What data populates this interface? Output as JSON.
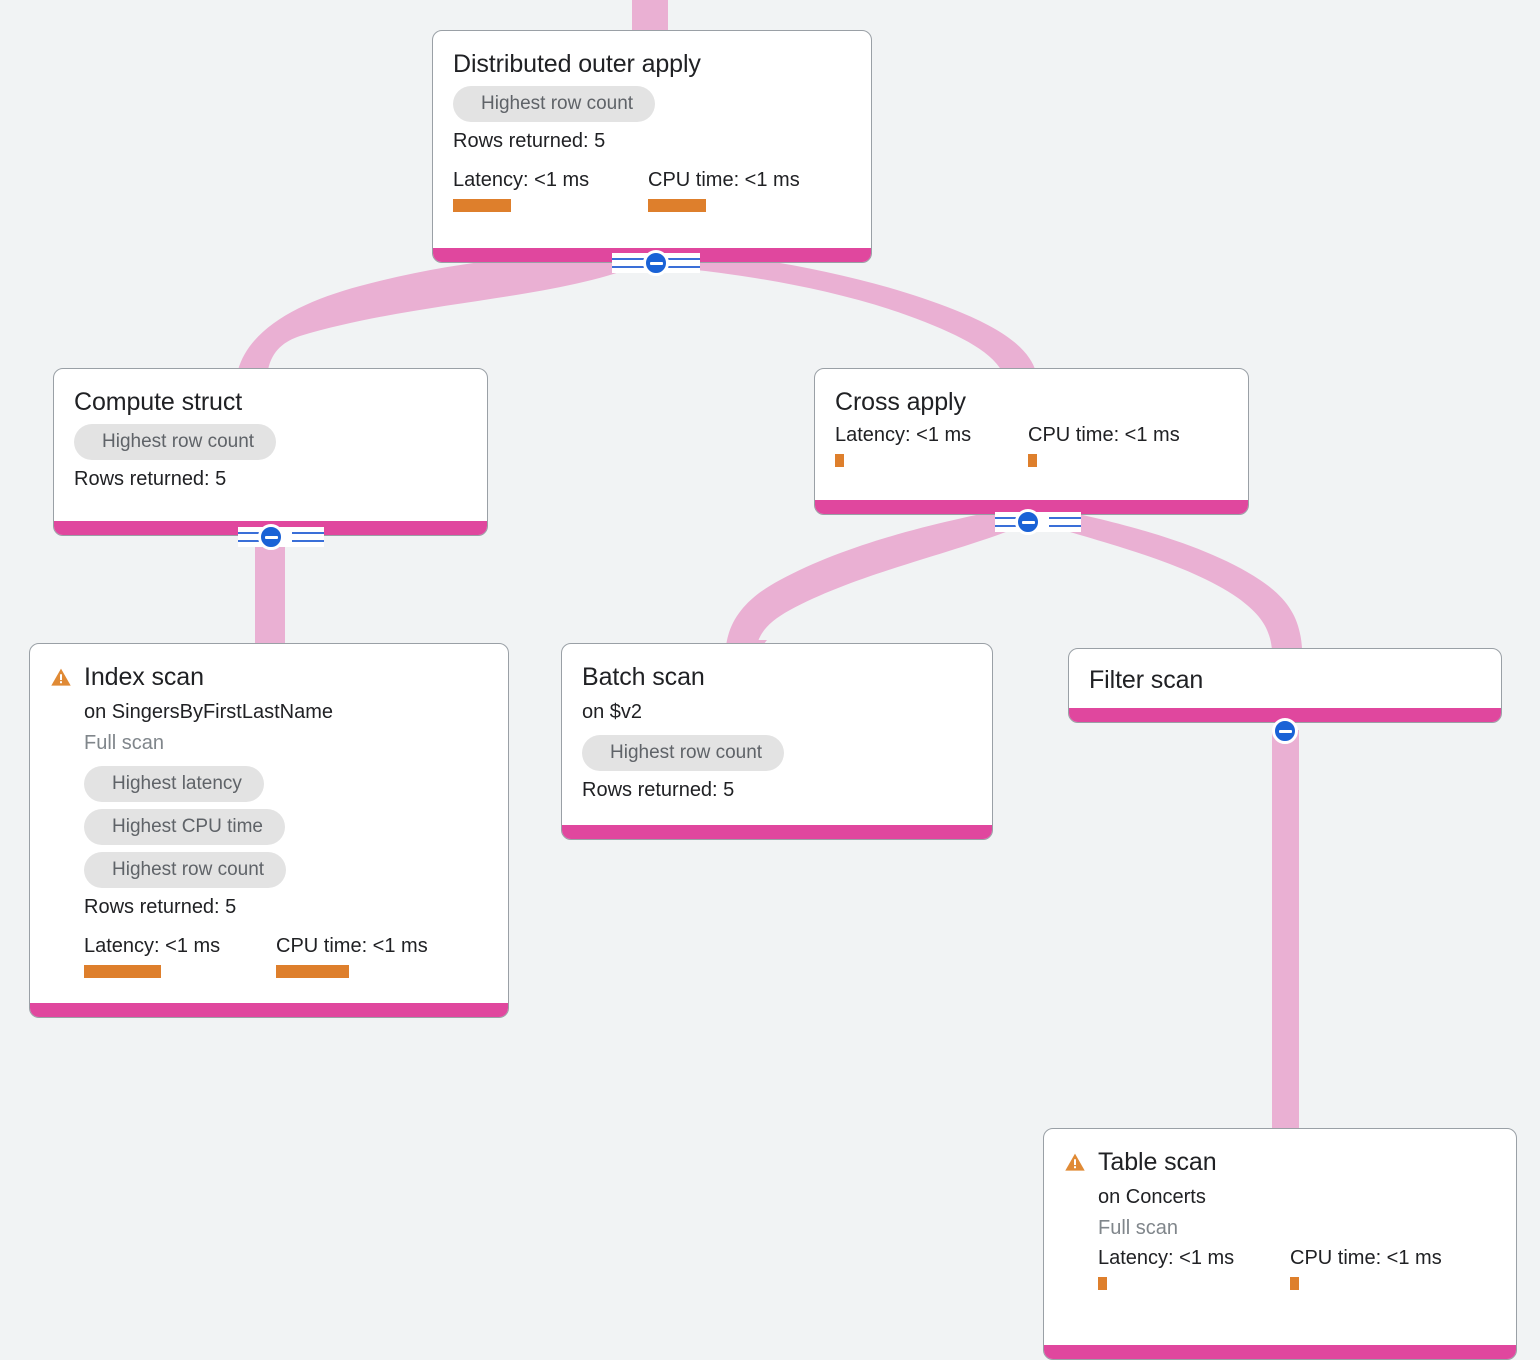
{
  "view": {
    "background_color": "#f1f3f4",
    "accent_color": "#e0479e",
    "edge_color": "#eab0d3",
    "metric_bar_color": "#de7f2c",
    "toggle_color": "#1a62d6",
    "warning_color": "#e08a35"
  },
  "labels": {
    "rows_returned_prefix": "Rows returned: ",
    "latency_prefix": "Latency: ",
    "cpu_prefix": "CPU time: ",
    "on_prefix": "on "
  },
  "nodes": [
    {
      "id": "distributed-outer-apply",
      "title": "Distributed outer apply",
      "warning": false,
      "subtitle": null,
      "full_scan": null,
      "chips": [
        "Highest row count"
      ],
      "rows_returned": "Rows returned: 5",
      "latency": "Latency: <1 ms",
      "cpu_time": "CPU time: <1 ms",
      "latency_bar_width": 58,
      "cpu_bar_width": 58,
      "collapsed": false
    },
    {
      "id": "compute-struct",
      "title": "Compute struct",
      "warning": false,
      "subtitle": null,
      "full_scan": null,
      "chips": [
        "Highest row count"
      ],
      "rows_returned": "Rows returned: 5",
      "latency": null,
      "cpu_time": null,
      "collapsed": false
    },
    {
      "id": "cross-apply",
      "title": "Cross apply",
      "warning": false,
      "subtitle": null,
      "full_scan": null,
      "chips": [],
      "rows_returned": null,
      "latency": "Latency: <1 ms",
      "cpu_time": "CPU time: <1 ms",
      "latency_bar_width": 9,
      "cpu_bar_width": 9,
      "collapsed": false
    },
    {
      "id": "index-scan",
      "title": "Index scan",
      "warning": true,
      "subtitle": "on SingersByFirstLastName",
      "full_scan": "Full scan",
      "chips": [
        "Highest latency",
        "Highest CPU time",
        "Highest row count"
      ],
      "rows_returned": "Rows returned: 5",
      "latency": "Latency: <1 ms",
      "cpu_time": "CPU time: <1 ms",
      "latency_bar_width": 77,
      "cpu_bar_width": 73,
      "collapsed": false
    },
    {
      "id": "batch-scan",
      "title": "Batch scan",
      "warning": false,
      "subtitle": "on $v2",
      "full_scan": null,
      "chips": [
        "Highest row count"
      ],
      "rows_returned": "Rows returned: 5",
      "latency": null,
      "cpu_time": null,
      "collapsed": false
    },
    {
      "id": "filter-scan",
      "title": "Filter scan",
      "warning": false,
      "subtitle": null,
      "full_scan": null,
      "chips": [],
      "rows_returned": null,
      "latency": null,
      "cpu_time": null,
      "collapsed": false
    },
    {
      "id": "table-scan",
      "title": "Table scan",
      "warning": true,
      "subtitle": "on Concerts",
      "full_scan": "Full scan",
      "chips": [],
      "rows_returned": null,
      "latency": "Latency: <1 ms",
      "cpu_time": "CPU time: <1 ms",
      "latency_bar_width": 9,
      "cpu_bar_width": 9,
      "collapsed": false
    }
  ],
  "edges": [
    {
      "from": "root-inbound",
      "to": "distributed-outer-apply"
    },
    {
      "from": "distributed-outer-apply",
      "to": "compute-struct"
    },
    {
      "from": "distributed-outer-apply",
      "to": "cross-apply"
    },
    {
      "from": "compute-struct",
      "to": "index-scan"
    },
    {
      "from": "cross-apply",
      "to": "batch-scan"
    },
    {
      "from": "cross-apply",
      "to": "filter-scan"
    },
    {
      "from": "filter-scan",
      "to": "table-scan"
    }
  ]
}
